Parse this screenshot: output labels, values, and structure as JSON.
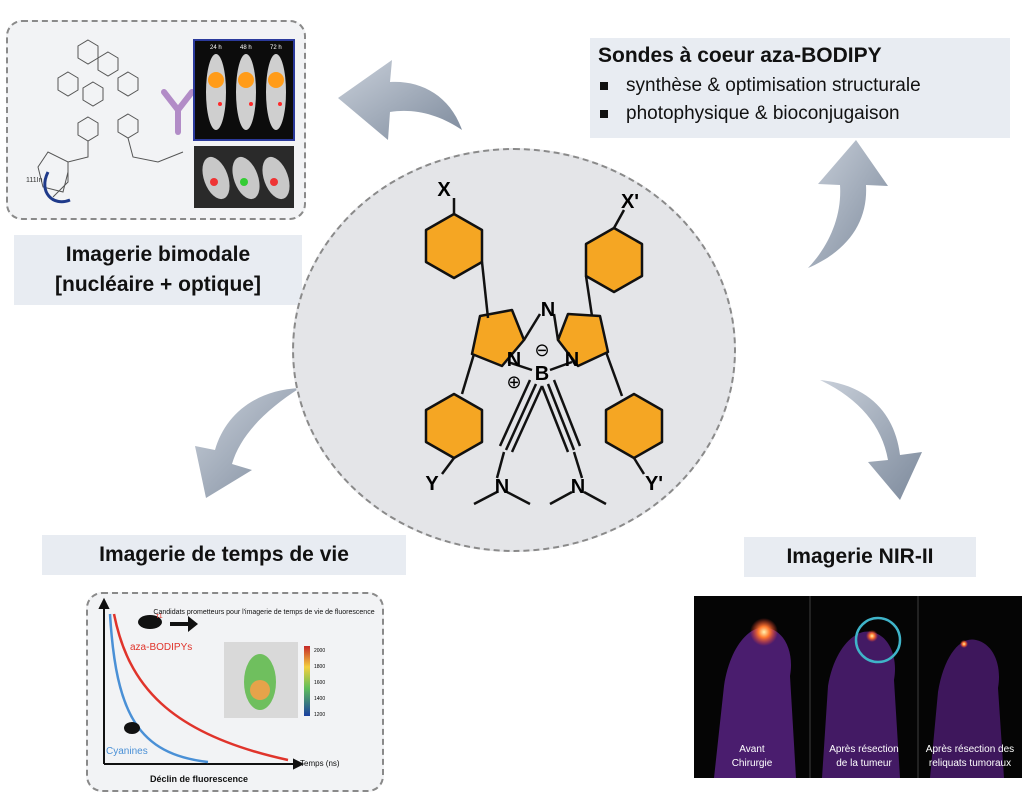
{
  "top_right": {
    "title": "Sondes à coeur aza-BODIPY",
    "bullets": [
      "synthèse & optimisation structurale",
      "photophysique & bioconjugaison"
    ]
  },
  "bimodal": {
    "title_line1": "Imagerie bimodale",
    "title_line2": "[nucléaire + optique]",
    "time_labels": [
      "24 h",
      "48 h",
      "72 h"
    ],
    "isotope": "111In"
  },
  "lifetime": {
    "title": "Imagerie de temps de vie",
    "series_red": "aza-BODIPYs",
    "series_blue": "Cyanines",
    "x_label": "Temps (ns)",
    "bottom_label": "Déclin de fluorescence",
    "candidates": "Candidats prometteurs pour l'imagerie de temps de vie de fluorescence",
    "tau": "τ1",
    "scale": [
      "2000",
      "1800",
      "1600",
      "1400",
      "1200"
    ]
  },
  "nir": {
    "title": "Imagerie NIR-II",
    "captions": [
      [
        "Avant",
        "Chirurgie"
      ],
      [
        "Après résection",
        "de la tumeur"
      ],
      [
        "Après résection des",
        "reliquats tumoraux"
      ]
    ]
  },
  "molecule": {
    "X": "X",
    "Xp": "X'",
    "Y": "Y",
    "Yp": "Y'",
    "N": "N",
    "B": "B",
    "minus": "⊖",
    "plus": "⊕"
  },
  "colors": {
    "orange": "#f5a623",
    "arrow": "#8b98a8",
    "panel_bg": "#f2f3f5",
    "label_bg": "#e8ecf2"
  }
}
